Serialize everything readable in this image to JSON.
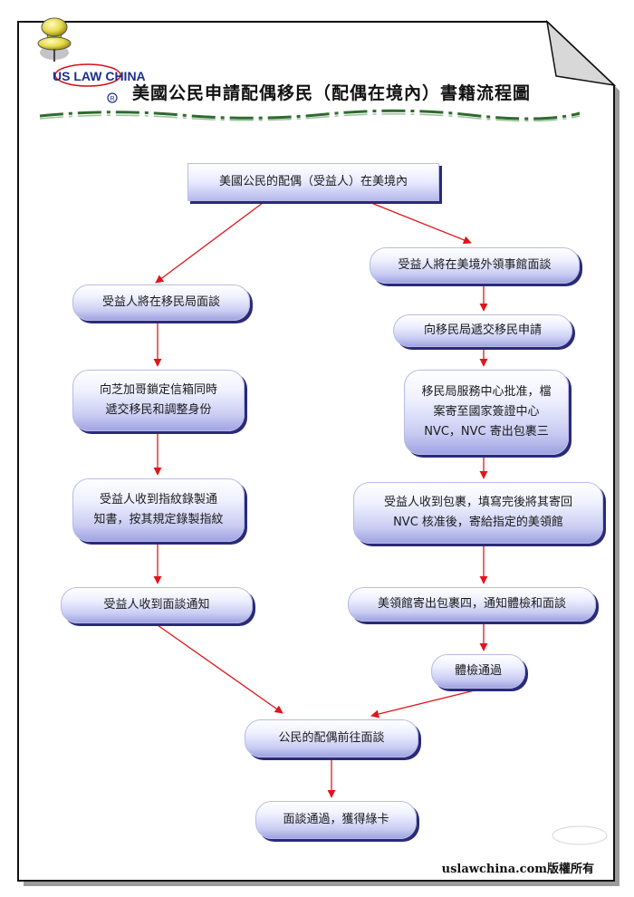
{
  "header": {
    "title": "美國公民申請配偶移民（配偶在境內）書籍流程圖",
    "logo_text": "US LAW CHINA"
  },
  "flow": {
    "start": "美國公民的配偶（受益人）在美境內",
    "left": [
      "受益人將在移民局面談",
      "向芝加哥鎖定信箱同時\n遞交移民和調整身份",
      "受益人收到指紋錄製通\n知書，按其規定錄製指紋",
      "受益人收到面談通知"
    ],
    "right": [
      "受益人將在美境外領事館面談",
      "向移民局遞交移民申請",
      "移民局服務中心批准，檔\n案寄至國家簽證中心\nNVC，NVC 寄出包裹三",
      "受益人收到包裹，填寫完後將其寄回\nNVC 核准後，寄給指定的美領館",
      "美領館寄出包裹四，通知體檢和面談",
      "體檢通過"
    ],
    "merge": "公民的配偶前往面談",
    "end": "面談通過，獲得綠卡"
  },
  "footer": {
    "copyright": "uslawchina.com版權所有"
  },
  "colors": {
    "arrow": "#e0161b",
    "node_shadow": "#2a2a7a",
    "logo_blue": "#1c2f8a",
    "logo_red": "#d0141c"
  }
}
